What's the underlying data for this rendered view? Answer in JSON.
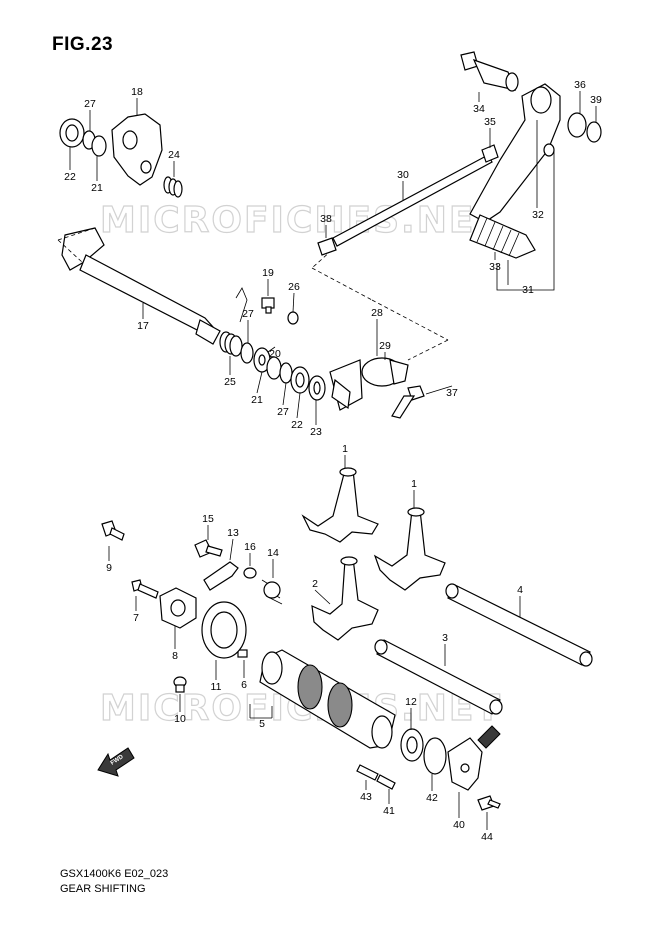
{
  "figure": {
    "title": "FIG.23",
    "model_code": "GSX1400K6 E02_023",
    "caption": "GEAR SHIFTING",
    "watermark": "MICROFICHES.NET",
    "forward_label": "FWD"
  },
  "callouts": [
    "1",
    "1",
    "2",
    "3",
    "4",
    "5",
    "6",
    "7",
    "8",
    "9",
    "10",
    "11",
    "12",
    "13",
    "14",
    "15",
    "16",
    "17",
    "18",
    "19",
    "20",
    "21",
    "21",
    "22",
    "22",
    "23",
    "24",
    "25",
    "26",
    "27",
    "27",
    "27",
    "28",
    "29",
    "30",
    "31",
    "32",
    "33",
    "34",
    "35",
    "36",
    "37",
    "38",
    "39",
    "40",
    "41",
    "42",
    "43",
    "44"
  ]
}
